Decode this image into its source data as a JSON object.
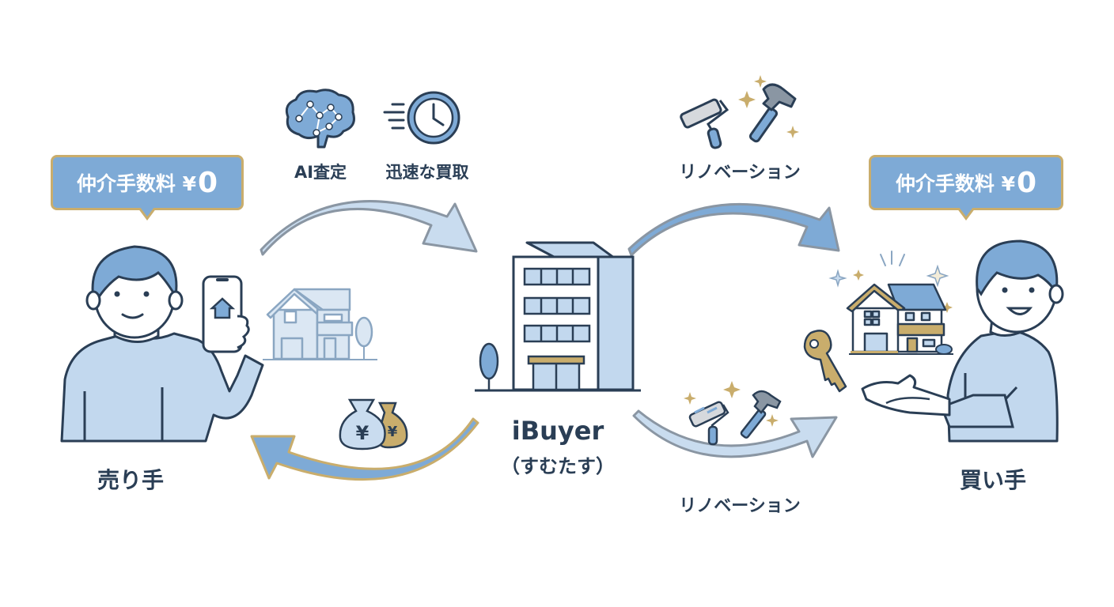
{
  "diagram": {
    "title": "iBuyer flow",
    "colors": {
      "accent_blue": "#7eaad6",
      "light_blue": "#c9dcef",
      "gold": "#c9ad6c",
      "navy_outline": "#2a3e55",
      "grey_outline": "#8a96a3"
    },
    "seller": {
      "label": "売り手",
      "bubble_text": "仲介手数料 ¥",
      "bubble_value": "0",
      "phone_icon": "house-app-icon"
    },
    "buyer": {
      "label": "買い手",
      "bubble_text": "仲介手数料 ¥",
      "bubble_value": "0"
    },
    "center": {
      "name": "iBuyer",
      "sub": "（すむたす）"
    },
    "features_top_left": [
      {
        "icon": "brain-network-icon",
        "label": "AI査定"
      },
      {
        "icon": "fast-clock-icon",
        "label": "迅速な買取"
      }
    ],
    "renovation_top": {
      "icon": "roller-hammer-icon",
      "label": "リノベーション"
    },
    "renovation_bottom": {
      "icon": "roller-hammer-icon",
      "label": "リノベーション"
    },
    "flows": [
      {
        "from": "seller",
        "to": "iBuyer",
        "item": "house"
      },
      {
        "from": "iBuyer",
        "to": "seller",
        "item": "money"
      },
      {
        "from": "iBuyer",
        "to": "buyer",
        "item": "renovated-house"
      },
      {
        "from": "iBuyer",
        "to": "buyer",
        "item": "renovation"
      }
    ]
  }
}
